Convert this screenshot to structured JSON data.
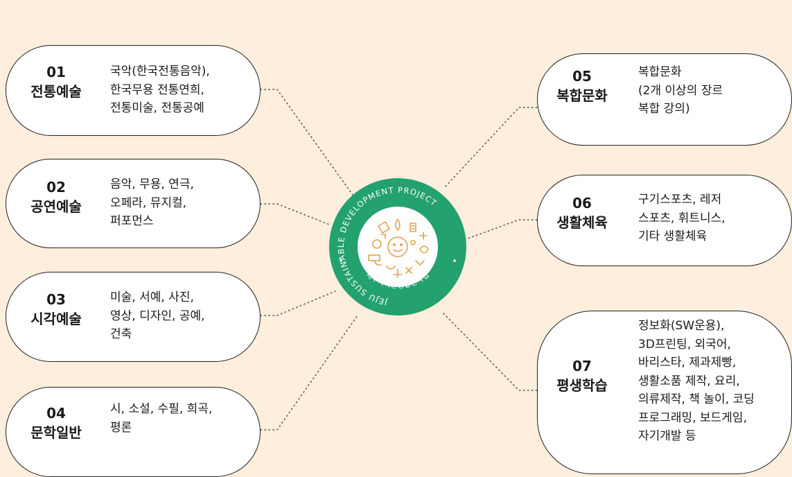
{
  "colors": {
    "background": "#fdeedd",
    "emblem_green": "#23a16e",
    "emblem_orange": "#e0a24a"
  },
  "categories": [
    {
      "number": "01",
      "title": "전통예술",
      "description": "국악(한국전통음악),\n한국무용 전통연희,\n전통미술, 전통공예"
    },
    {
      "number": "02",
      "title": "공연예술",
      "description": "음악, 무용, 연극,\n오페라, 뮤지컬,\n퍼포먼스"
    },
    {
      "number": "03",
      "title": "시각예술",
      "description": "미술, 서예, 사진,\n영상, 디자인, 공예,\n건축"
    },
    {
      "number": "04",
      "title": "문학일반",
      "description": "시, 소설, 수필, 희곡,\n평론"
    },
    {
      "number": "05",
      "title": "복합문화",
      "description": "복합문화\n(2개 이상의 장르\n복합 강의)"
    },
    {
      "number": "06",
      "title": "생활체육",
      "description": "구기스포츠, 레저\n스포츠, 휘트니스,\n기타 생활체육"
    },
    {
      "number": "07",
      "title": "평생학습",
      "description": "정보화(SW운용),\n3D프린팅, 외국어,\n바리스타, 제과제빵,\n생활소품 제작, 요리,\n의류제작, 책 놀이, 코딩\n프로그래밍, 보드게임,\n자기개발 등"
    }
  ],
  "emblem": {
    "ring_text_outer": "JEJU SUSTAINABLE DEVELOPMENT PROJECT",
    "ring_text_inner": "제주지역균형발전사업"
  }
}
